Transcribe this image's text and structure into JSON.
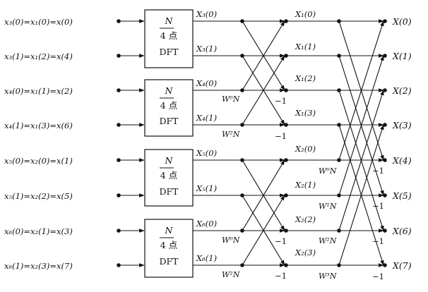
{
  "inputs": [
    "x₃(0)=x₁(0)=x(0)",
    "x₃(1)=x₁(2)=x(4)",
    "x₄(0)=x₁(1)=x(2)",
    "x₄(1)=x₁(3)=x(6)",
    "x₅(0)=x₂(0)=x(1)",
    "x₅(1)=x₂(2)=x(5)",
    "x₆(0)=x₂(1)=x(3)",
    "x₆(1)=x₂(3)=x(7)"
  ],
  "blocks": [
    {
      "top": "N",
      "middle": "4 点",
      "bottom": "DFT"
    },
    {
      "top": "N",
      "middle": "4 点",
      "bottom": "DFT"
    },
    {
      "top": "N",
      "middle": "4 点",
      "bottom": "DFT"
    },
    {
      "top": "N",
      "middle": "4 点",
      "bottom": "DFT"
    }
  ],
  "stage1_labels": [
    "X₃(0)",
    "X₃(1)",
    "X₄(0)",
    "X₄(1)",
    "X₅(0)",
    "X₅(1)",
    "X₆(0)",
    "X₆(1)"
  ],
  "stage2_labels": [
    "X₁(0)",
    "X₁(1)",
    "X₁(2)",
    "X₁(3)",
    "X₂(0)",
    "X₂(1)",
    "X₂(2)",
    "X₂(3)"
  ],
  "outputs": [
    "X(0)",
    "X(1)",
    "X(2)",
    "X(3)",
    "X(4)",
    "X(5)",
    "X(6)",
    "X(7)"
  ],
  "stage1_weights": [
    "W⁰N",
    "W²N",
    "W⁰N",
    "W²N"
  ],
  "stage2_weights": [
    "W⁰N",
    "W¹N",
    "W²N",
    "W³N"
  ],
  "minus_one": "−1"
}
